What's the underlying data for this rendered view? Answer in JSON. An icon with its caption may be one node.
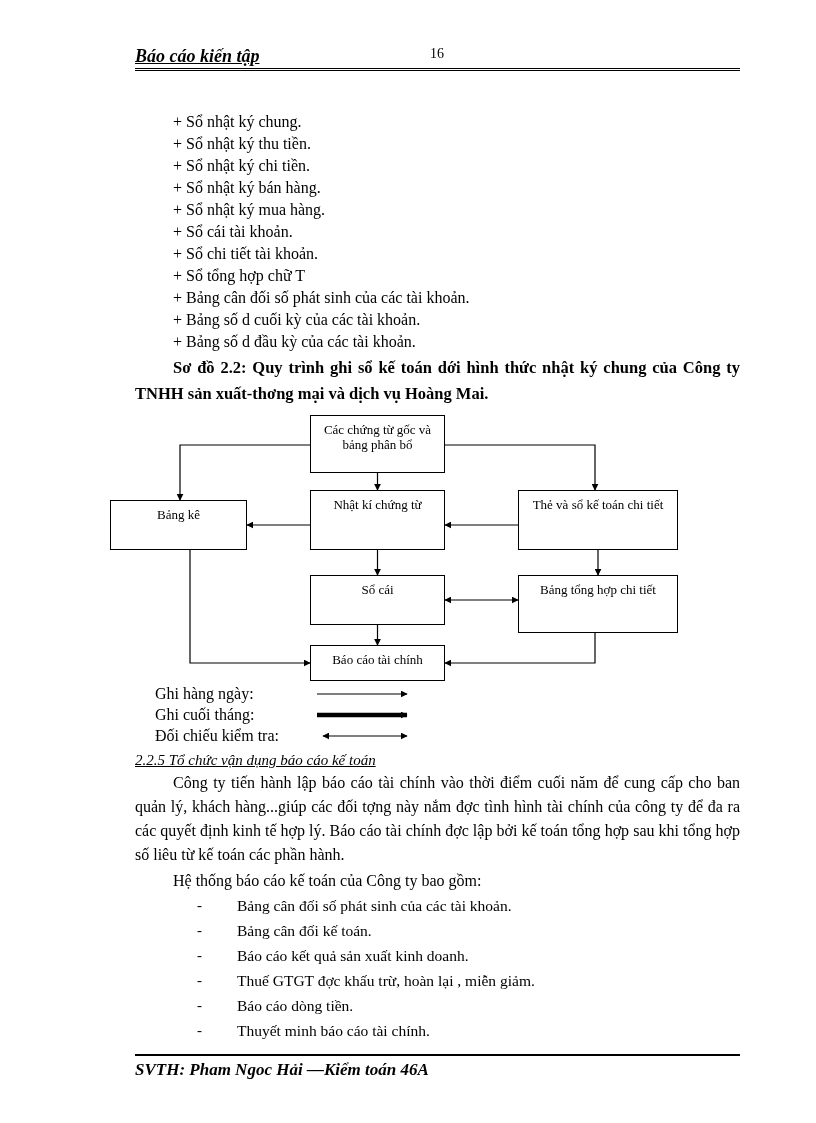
{
  "diagram": {
    "title": "Sơ đồ 2.2: Quy trình ghi sổ kế toán dới hình thức nhật ký chung của Công ty TNHH sản xuất-thơng mại và dịch vụ Hoàng Mai.",
    "nodes": [
      {
        "text": [
          "Các chứng từ gốc và bảng phân bổ"
        ]
      },
      {
        "text": [
          "Nhật kí chứng từ"
        ]
      },
      {
        "text": [
          "Bảng kê"
        ]
      },
      {
        "text": [
          "Thẻ và sổ kế toán chi tiết"
        ]
      },
      {
        "text": [
          "Sổ cái"
        ]
      },
      {
        "text": [
          "Bảng tổng hợp chi tiết"
        ]
      },
      {
        "text": [
          "Báo cáo tài chính"
        ]
      }
    ],
    "edges": [
      {
        "from": 0,
        "to": 1,
        "arrow": "to"
      },
      {
        "from": 0,
        "to": 2,
        "arrow": "to"
      },
      {
        "from": 0,
        "to": 3,
        "arrow": "to"
      },
      {
        "from": 1,
        "to": 2,
        "arrow": "to"
      },
      {
        "from": 3,
        "to": 1,
        "arrow": "to"
      },
      {
        "from": 1,
        "to": 4,
        "arrow": "to"
      },
      {
        "from": 3,
        "to": 5,
        "arrow": "to"
      },
      {
        "from": 4,
        "to": 5,
        "arrow": "both"
      },
      {
        "from": 4,
        "to": 6,
        "arrow": "to"
      },
      {
        "from": 2,
        "to": 6,
        "arrow": "to"
      },
      {
        "from": 5,
        "to": 6,
        "arrow": "to"
      }
    ],
    "labels": [
      "Báo cáo kiến tập",
      "16",
      "+ Sổ nhật ký chung.",
      "+ Sổ nhật ký thu tiền.",
      "+ Sổ nhật ký chi tiền.",
      "+ Sổ nhật ký bán hàng.",
      "+ Sổ nhật ký mua hàng.",
      "+ Sổ cái tài khoản.",
      "+ Sổ chi tiết tài khoản.",
      "+ Sổ tổng hợp chữ T",
      "+ Bảng cân đối số phát sinh của các tài khoản.",
      "+ Bảng số d cuối kỳ của các tài khoản.",
      "+ Bảng số d đầu kỳ của các tài khoản.",
      "2.2.5 Tổ chức vận dụng báo cáo kế toán",
      "Công ty tiến hành lập báo cáo tài chính vào thời điểm cuối năm để cung cấp cho ban quản lý, khách hàng...giúp các đối tợng này nắm đợc tình hình tài chính của công ty để đa ra các quyết định kinh tế hợp lý. Báo cáo tài chính đợc lập bởi kế toán tổng hợp sau khi tổng hợp số liêu từ kế toán các phần hành.",
      "Hệ thống báo cáo kế toán của Công ty bao gồm:",
      "-",
      "Bảng cân đối số phát sinh của các tài khoản.",
      "-",
      "Bảng cân đối kế toán.",
      "-",
      "Báo cáo kết quả sản xuất kinh doanh.",
      "-",
      "Thuế GTGT đợc khấu trừ, hoàn lại , miễn giảm.",
      "-",
      "Báo cáo dòng tiền.",
      "-",
      "Thuyết minh báo cáo tài chính.",
      "SVTH: Pham Ngoc Hải —Kiểm toán 46A"
    ],
    "legend": [
      {
        "text": "Ghi hàng ngày:"
      },
      {
        "text": "Ghi cuối tháng:"
      },
      {
        "text": "Đối chiếu kiểm tra:"
      }
    ]
  }
}
